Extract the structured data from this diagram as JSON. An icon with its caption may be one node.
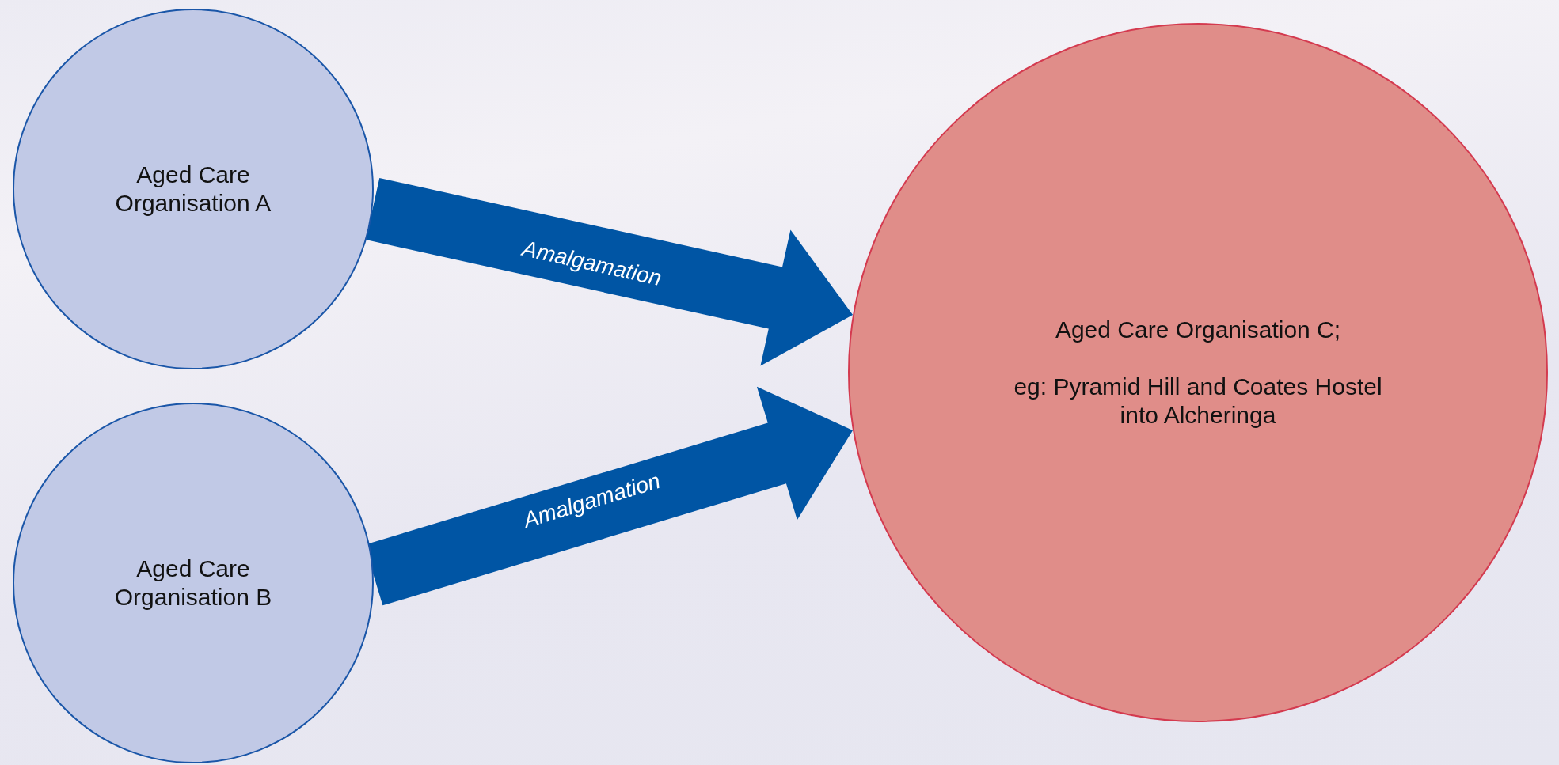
{
  "diagram": {
    "nodes": [
      {
        "text": [
          "Aged Care Organisation A"
        ]
      },
      {
        "text": [
          "Aged Care Organisation B"
        ]
      },
      {
        "text": [
          "Aged Care Organisation C;",
          "eg: Pyramid Hill and Coates Hostel into Alcheringa"
        ]
      }
    ],
    "edges": [
      {
        "from": 0,
        "to": 2,
        "arrow": "to",
        "label": "Amalgamation",
        "style": "thick"
      },
      {
        "from": 1,
        "to": 2,
        "arrow": "to",
        "label": "Amalgamation",
        "style": "thick"
      }
    ]
  }
}
